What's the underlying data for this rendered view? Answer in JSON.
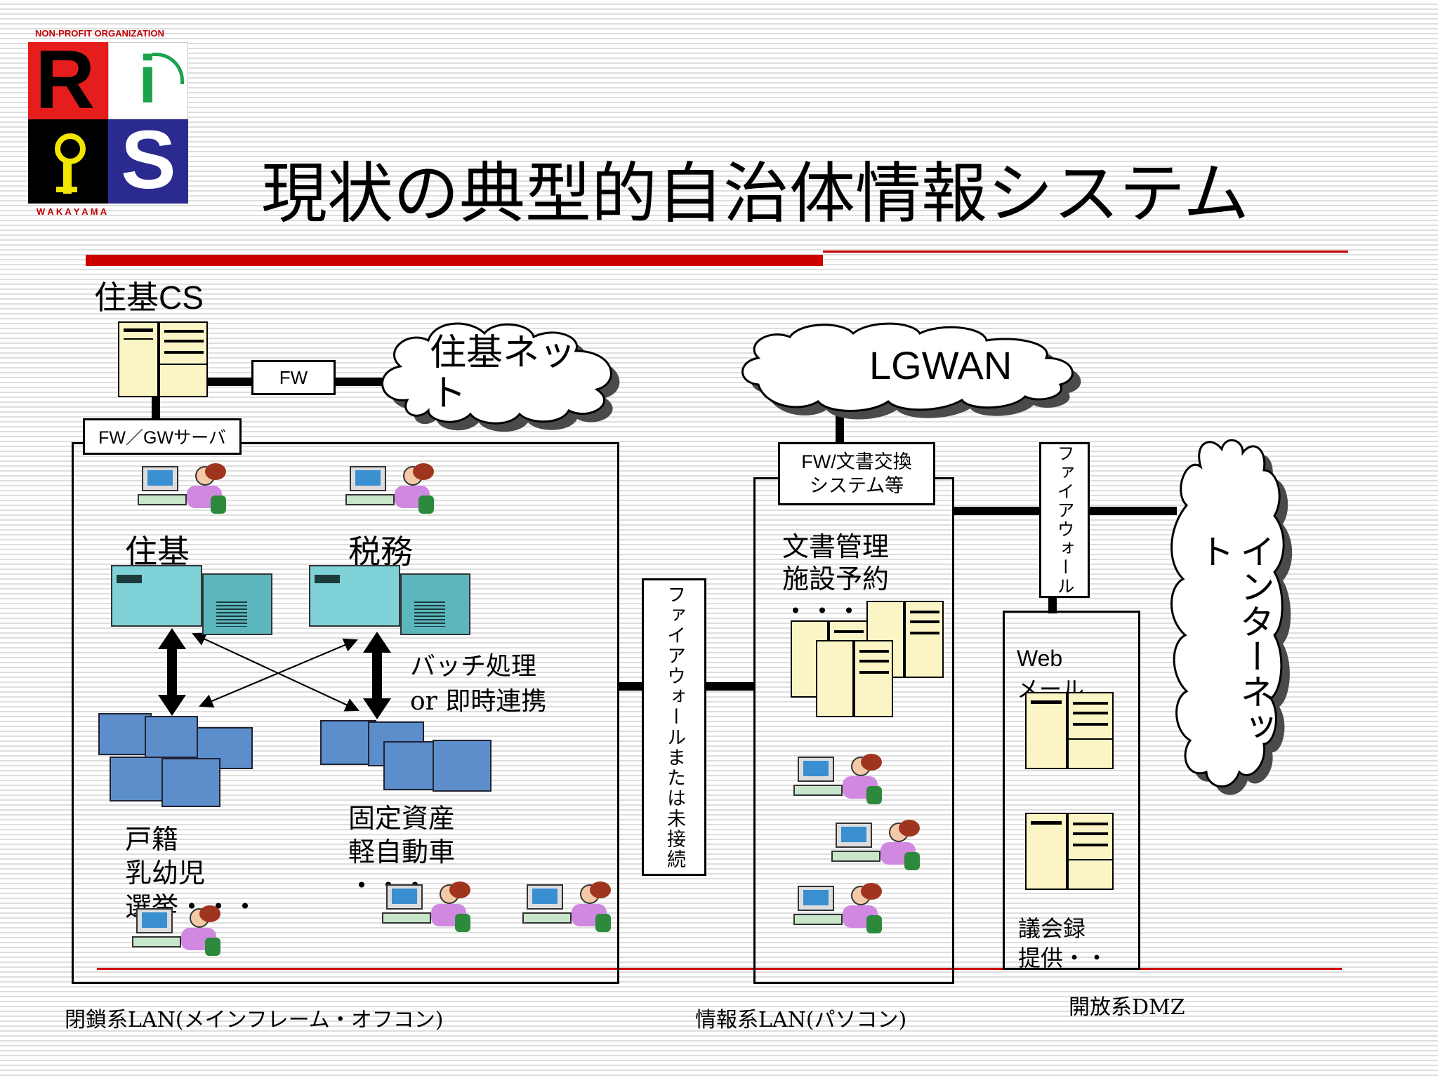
{
  "logo": {
    "org": "NON-PROFIT ORGANIZATION",
    "letter1": "R",
    "letter2": "i",
    "letter3": "S",
    "place": "W A K A Y A M A"
  },
  "title": "現状の典型的自治体情報システム",
  "jyuki_cs": "住基CS",
  "fw": "FW",
  "jyuki_net": "住基ネット",
  "lgwan": "LGWAN",
  "fw_gw": "FW／GWサーバ",
  "jyuki": "住基",
  "zeimu": "税務",
  "batch": "バッチ処理\nor 即時連携",
  "koseki": "戸籍\n乳幼児\n選挙・・・",
  "kotei": "固定資産\n軽自動車\n・・・",
  "firewall_mid": "ファイアウォールまたは未接続",
  "fw_bunsho": "FW/文書交換\nシステム等",
  "bunsho": "文書管理\n施設予約\n・・・",
  "firewall_right": "ファイアウォール",
  "internet": "インターネット",
  "web": "Web\nメール",
  "gikai": "議会録\n提供・・",
  "lan_closed": "閉鎖系LAN(メインフレーム・オフコン)",
  "lan_info": "情報系LAN(パソコン)",
  "lan_dmz": "開放系DMZ",
  "colors": {
    "accent_red": "#cc0000",
    "mainframe": "#7fd3d8",
    "office": "#5b8ecb",
    "server": "#fbf5c6"
  }
}
